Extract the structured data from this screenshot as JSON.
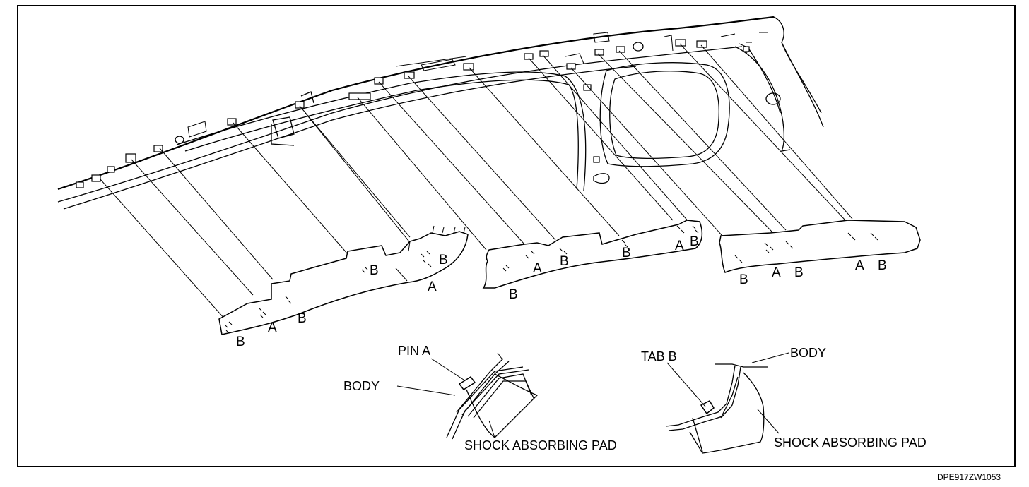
{
  "pad_labels": {
    "a": "A",
    "b": "B"
  },
  "detail_pin": {
    "pin_label": "PIN A",
    "body_label": "BODY",
    "pad_label": "SHOCK ABSORBING PAD"
  },
  "detail_tab": {
    "tab_label": "TAB B",
    "body_label": "BODY",
    "pad_label": "SHOCK ABSORBING PAD"
  },
  "figure_code": "DPE917ZW1053"
}
